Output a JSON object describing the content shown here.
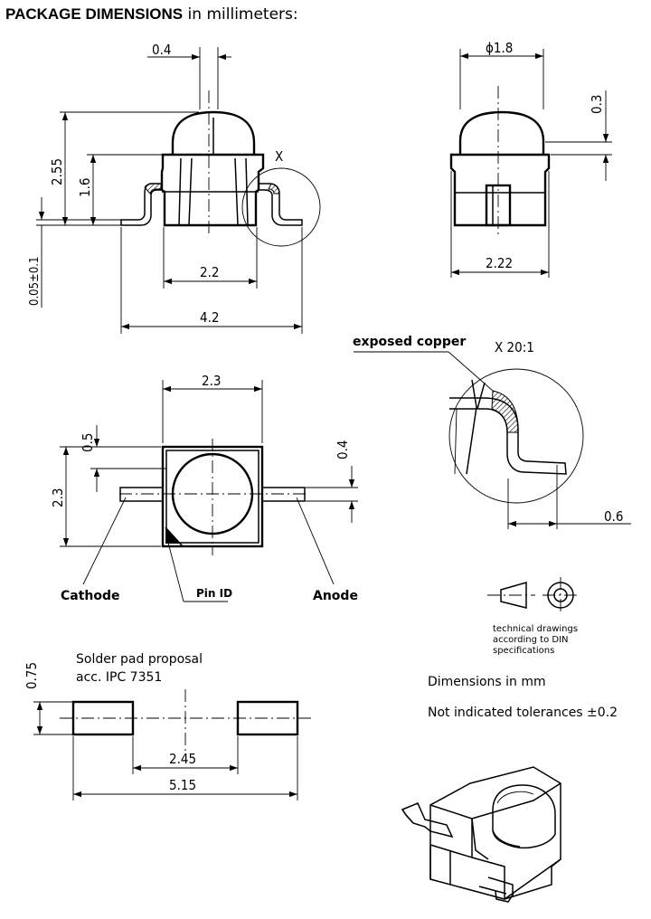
{
  "header": {
    "title_bold": "PACKAGE DIMENSIONS",
    "title_rest": " in millimeters:"
  },
  "side_view": {
    "dim_top": "0.4",
    "dim_total_height": "2.55",
    "dim_body_height": "1.6",
    "dim_standoff": "0.05±0.1",
    "dim_body_width": "2.2",
    "dim_overall_width": "4.2",
    "detail_marker": "X"
  },
  "front_view": {
    "dim_lens": "ϕ1.8",
    "dim_lens_offset": "0.3",
    "dim_width": "2.22"
  },
  "detail": {
    "exposed_label": "exposed copper",
    "title": "X 20:1",
    "dim_lead": "0.6"
  },
  "top_view": {
    "dim_width": "2.3",
    "dim_height": "2.3",
    "dim_offset_left": "0.5",
    "dim_lead_width": "0.4",
    "label_cathode": "Cathode",
    "label_pin_id": "Pin ID",
    "label_anode": "Anode"
  },
  "projection": {
    "note": [
      "technical drawings",
      "according to DIN",
      "specifications"
    ]
  },
  "solder_pad": {
    "title": [
      "Solder pad proposal",
      "acc. IPC 7351"
    ],
    "dim_pad_height": "0.75",
    "dim_gap": "2.45",
    "dim_total": "5.15"
  },
  "notes": {
    "units": "Dimensions in mm",
    "tolerance": "Not indicated tolerances ±0.2"
  }
}
